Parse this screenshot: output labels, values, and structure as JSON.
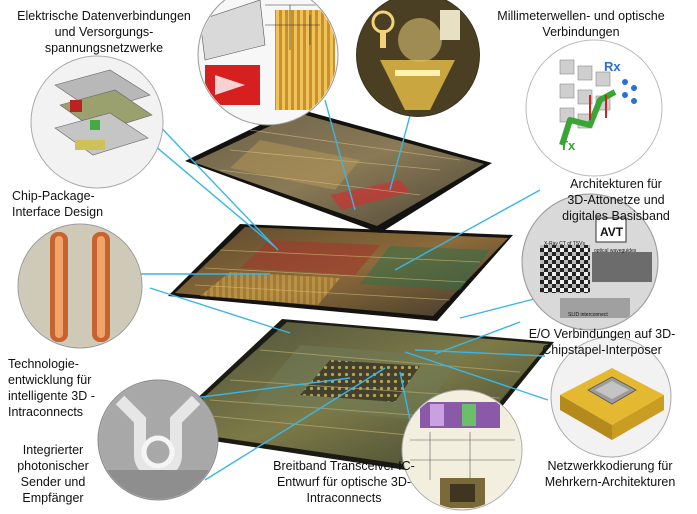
{
  "labels": {
    "electrical": [
      "Elektrische Datenverbindungen",
      "und Versorgungs-",
      "spannungsnetzwerke"
    ],
    "mmwave": [
      "Millimeterwellen- und optische",
      "Verbindungen"
    ],
    "chip_package": [
      "Chip-Package-",
      "Interface Design"
    ],
    "architectures": [
      "Architekturen für",
      "3D-Attonetze und",
      "digitales Basisband"
    ],
    "eo": [
      "E/O Verbindungen auf 3D-",
      "Chipstapel-Interposer"
    ],
    "technology": [
      "Technologie-",
      "entwicklung für",
      "intelligente 3D -",
      "Intraconnects"
    ],
    "photonic": [
      "Integrierter",
      "photonischer",
      "Sender und",
      "Empfänger"
    ],
    "transceiver": [
      "Breitband Transceiver IC-",
      "Entwurf für optische 3D-",
      "Intraconnects"
    ],
    "network": [
      "Netzwerkkodierung für",
      "Mehrkern-Architekturen"
    ]
  },
  "image_text": {
    "rx": "Rx",
    "tx": "Tx",
    "avt": "AVT",
    "xray": "X-Ray CT of TSVs",
    "optical": "optical waveguides",
    "slid": "SLID interconnect"
  },
  "colors": {
    "connector": "#3ab6e6",
    "rx_blue": "#2a6fd6",
    "tx_green": "#3aa535"
  }
}
